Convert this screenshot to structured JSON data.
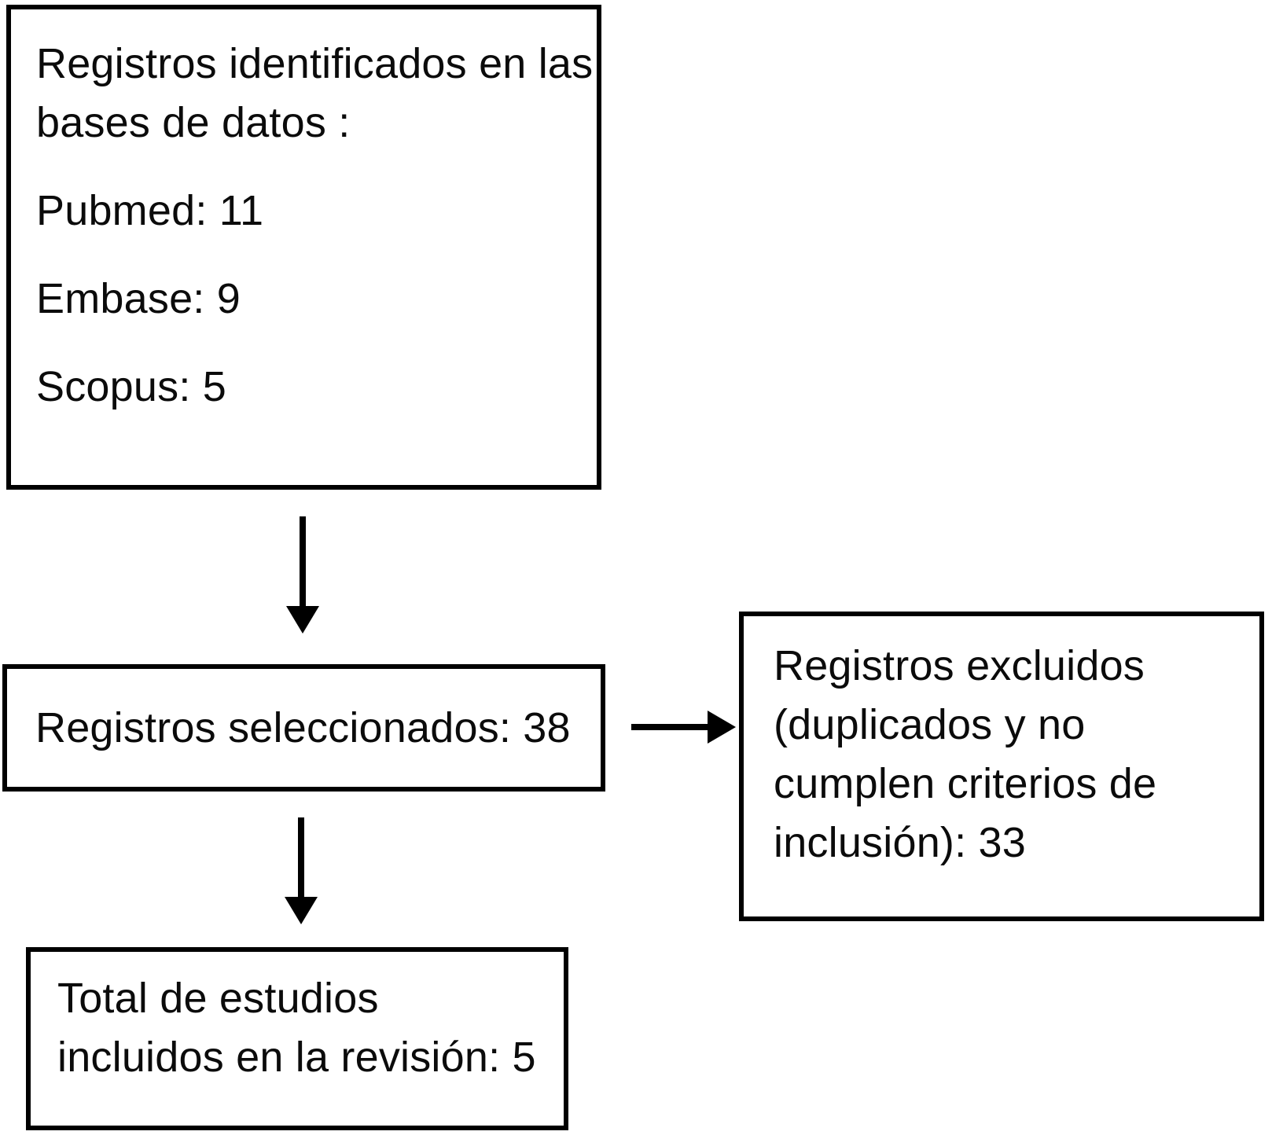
{
  "diagram": {
    "box_identified": {
      "title_lines": [
        "Registros identificados en las",
        "bases de datos :"
      ],
      "items": [
        "Pubmed: 11",
        "Embase: 9",
        "Scopus: 5"
      ]
    },
    "box_selected": {
      "label": "Registros seleccionados: 38"
    },
    "box_excluded": {
      "lines": [
        "Registros excluidos",
        "(duplicados y no",
        "cumplen criterios de",
        "inclusión): 33"
      ]
    },
    "box_included": {
      "lines": [
        "Total de estudios",
        "incluidos en la revisión: 5"
      ]
    },
    "colors": {
      "border": "#000000",
      "arrow": "#000000",
      "text": "#0b0b0b",
      "background": "#ffffff"
    }
  }
}
